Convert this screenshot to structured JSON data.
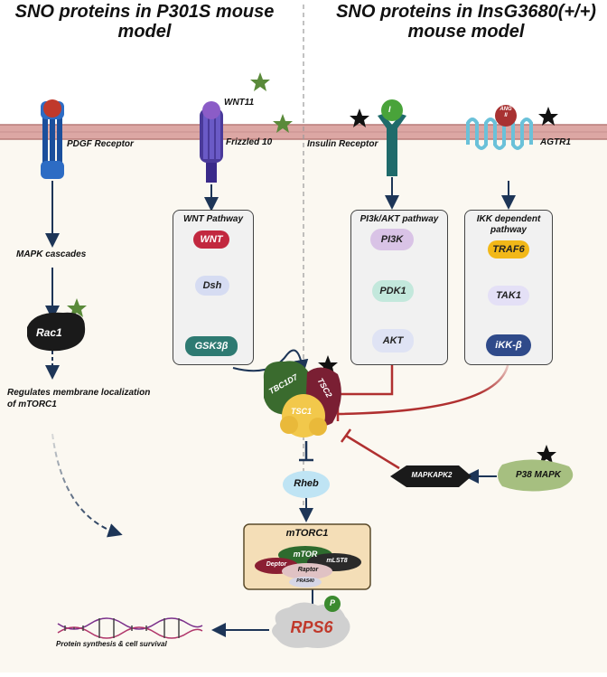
{
  "headers": {
    "left": "SNO proteins in P301S mouse model",
    "right": "SNO proteins in InsG3680(+/+) mouse model"
  },
  "receptors": {
    "pdgf": "PDGF Receptor",
    "wnt11": "WNT11",
    "frizzled": "Frizzled 10",
    "insulin": "Insulin Receptor",
    "insulin_ligand": "I",
    "agtr1": "AGTR1",
    "ang": "ANG II"
  },
  "wnt_box": {
    "title": "WNT Pathway",
    "wnt": "WNT",
    "dsh": "Dsh",
    "gsk": "GSK3β"
  },
  "pi3k_box": {
    "title": "PI3k/AKT pathway",
    "pi3k": "PI3K",
    "pdk1": "PDK1",
    "akt": "AKT"
  },
  "ikk_box": {
    "title": "IKK dependent pathway",
    "traf6": "TRAF6",
    "tak1": "TAK1",
    "ikk": "iKK-β"
  },
  "left_path": {
    "mapk": "MAPK cascades",
    "rac1": "Rac1",
    "regulates": "Regulates membrane localization of mTORC1"
  },
  "tsc": {
    "tbc1d7": "TBC1D7",
    "tsc2": "TSC2",
    "tsc1": "TSC1"
  },
  "rheb": "Rheb",
  "mapkapk2": "MAPKAPK2",
  "p38": "P38 MAPK",
  "mtorc1": {
    "title": "mTORC1",
    "mtor": "mTOR",
    "deptor": "Deptor",
    "mlst8": "mLST8",
    "raptor": "Raptor",
    "pras40": "PRAS40"
  },
  "rps6": "RPS6",
  "phospho": "P",
  "protein_synthesis": "Protein synthesis & cell survival",
  "colors": {
    "membrane": "#dca7a4",
    "membrane_edge": "#b87b78",
    "cytoplasm": "#fbf8f1",
    "arrow": "#1d3557",
    "inhibit_red": "#b03030",
    "star_green": "#5a8a3a",
    "star_black": "#111111"
  }
}
